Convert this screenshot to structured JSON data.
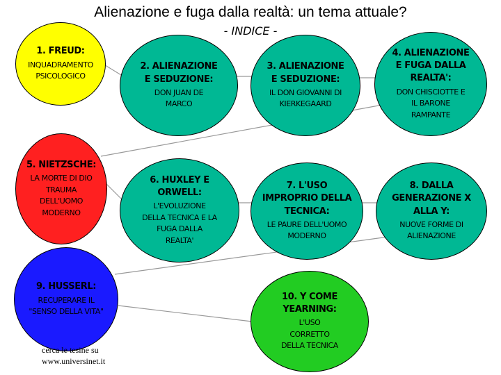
{
  "title": "Alienazione e fuga dalla realtà: un tema attuale?",
  "subtitle": "- INDICE -",
  "colors": {
    "yellow": "#ffff00",
    "green": "#00b894",
    "red": "#ff2020",
    "blue": "#1a1aff",
    "bright_green": "#22cc22",
    "connector": "#999999"
  },
  "nodes": [
    {
      "id": "freud",
      "head": "1. FREUD:",
      "body": "INQUADRAMENTO PSICOLOGICO",
      "color": "yellow"
    },
    {
      "id": "seduzione-don-juan",
      "head": "2. ALIENAZIONE E SEDUZIONE:",
      "body": "DON JUAN DE MARCO",
      "color": "green"
    },
    {
      "id": "seduzione-don-giovanni",
      "head": "3. ALIENAZIONE E SEDUZIONE:",
      "body": "IL DON GIOVANNI DI KIERKEGAARD",
      "color": "green"
    },
    {
      "id": "fuga-realta",
      "head": "4. ALIENAZIONE E FUGA DALLA REALTA':",
      "body": "DON CHISCIOTTE E IL BARONE RAMPANTE",
      "color": "green"
    },
    {
      "id": "nietzsche",
      "head": "5. NIETZSCHE:",
      "body": "LA MORTE DI DIO TRAUMA DELL'UOMO MODERNO",
      "color": "red"
    },
    {
      "id": "huxley-orwell",
      "head": "6. HUXLEY E ORWELL:",
      "body": "L'EVOLUZIONE DELLA TECNICA E LA FUGA DALLA REALTA'",
      "color": "green"
    },
    {
      "id": "uso-improprio",
      "head": "7. L'USO IMPROPRIO DELLA TECNICA:",
      "body": "LE PAURE DELL'UOMO MODERNO",
      "color": "green"
    },
    {
      "id": "generazione-x-y",
      "head": "8. DALLA GENERAZIONE X ALLA Y:",
      "body": "NUOVE FORME DI ALIENAZIONE",
      "color": "green"
    },
    {
      "id": "husserl",
      "head": "9. HUSSERL:",
      "body": "RECUPERARE IL \"SENSO DELLA VITA\"",
      "color": "blue"
    },
    {
      "id": "y-come-yearning",
      "head": "10. Y COME YEARNING:",
      "body": "L'USO CORRETTO DELLA TECNICA",
      "color": "bright_green"
    }
  ],
  "credit": "cerca le tesine su www.universinet.it"
}
